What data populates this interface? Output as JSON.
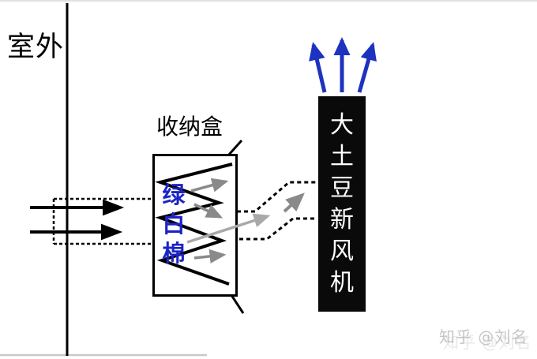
{
  "scene": {
    "outdoor_label": "室外",
    "box_label": "收纳盒",
    "filter_label": "绿白棉",
    "filter_chars": [
      "绿",
      "白",
      "棉"
    ],
    "fan_label": "大土豆新风机",
    "fan_chars": [
      "大",
      "土",
      "豆",
      "新",
      "风",
      "机"
    ],
    "watermark": "知乎 @刘名"
  },
  "colors": {
    "black": "#000000",
    "blue_arrow": "#1d33bf",
    "blue_text": "#1c24c7",
    "gray_arrow": "#8a8a8a",
    "light_gray_arrow": "#a9a9a9",
    "fan_bg": "#0a0a0a",
    "fan_text": "#ffffff",
    "watermark_gray": "#c6c6c6"
  }
}
